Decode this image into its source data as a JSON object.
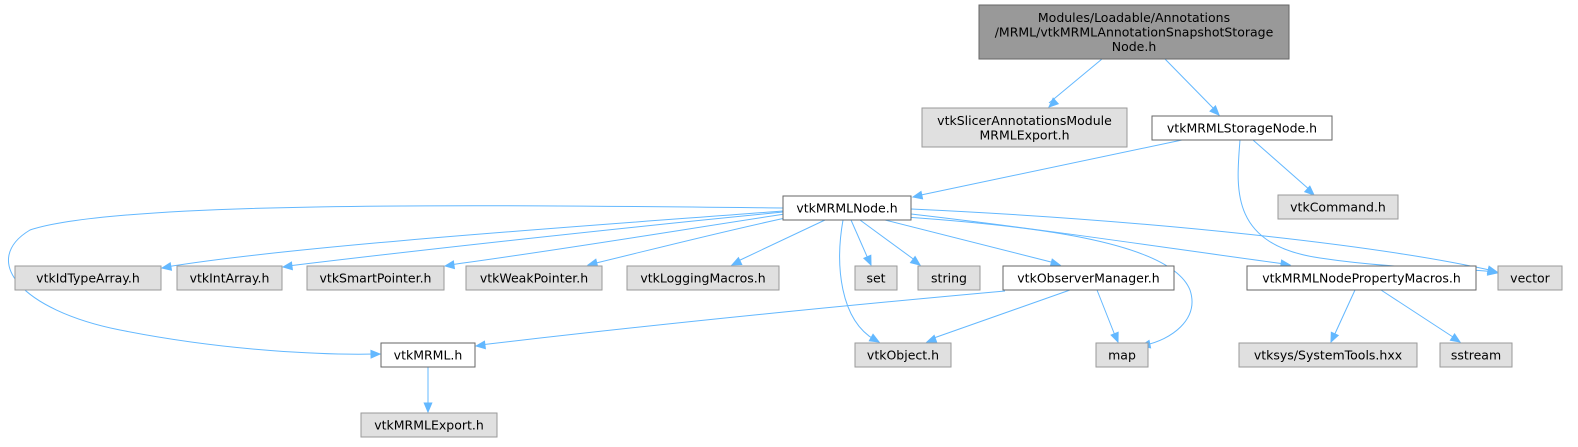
{
  "colors": {
    "root_fill": "#999999",
    "root_stroke": "#666666",
    "documented_fill": "#ffffff",
    "documented_stroke": "#666666",
    "external_fill": "#e0e0e0",
    "external_stroke": "#999999",
    "edge": "#63b8ff"
  },
  "nodes": {
    "root": {
      "lines": [
        "Modules/Loadable/Annotations",
        "/MRML/vtkMRMLAnnotationSnapshotStorage",
        "Node.h"
      ],
      "kind": "root"
    },
    "slicer_export": {
      "lines": [
        "vtkSlicerAnnotationsModule",
        "MRMLExport.h"
      ],
      "kind": "external"
    },
    "storage_node": {
      "lines": [
        "vtkMRMLStorageNode.h"
      ],
      "kind": "documented"
    },
    "mrml_node": {
      "lines": [
        "vtkMRMLNode.h"
      ],
      "kind": "documented"
    },
    "vtk_command": {
      "lines": [
        "vtkCommand.h"
      ],
      "kind": "external"
    },
    "vtk_idtype": {
      "lines": [
        "vtkIdTypeArray.h"
      ],
      "kind": "external"
    },
    "vtk_intarray": {
      "lines": [
        "vtkIntArray.h"
      ],
      "kind": "external"
    },
    "vtk_smartptr": {
      "lines": [
        "vtkSmartPointer.h"
      ],
      "kind": "external"
    },
    "vtk_weakptr": {
      "lines": [
        "vtkWeakPointer.h"
      ],
      "kind": "external"
    },
    "vtk_logging": {
      "lines": [
        "vtkLoggingMacros.h"
      ],
      "kind": "external"
    },
    "set": {
      "lines": [
        "set"
      ],
      "kind": "external"
    },
    "string": {
      "lines": [
        "string"
      ],
      "kind": "external"
    },
    "observer_mgr": {
      "lines": [
        "vtkObserverManager.h"
      ],
      "kind": "documented"
    },
    "property_macros": {
      "lines": [
        "vtkMRMLNodePropertyMacros.h"
      ],
      "kind": "documented"
    },
    "vector": {
      "lines": [
        "vector"
      ],
      "kind": "external"
    },
    "vtk_mrml": {
      "lines": [
        "vtkMRML.h"
      ],
      "kind": "documented"
    },
    "vtk_object": {
      "lines": [
        "vtkObject.h"
      ],
      "kind": "external"
    },
    "map": {
      "lines": [
        "map"
      ],
      "kind": "external"
    },
    "systemtools": {
      "lines": [
        "vtksys/SystemTools.hxx"
      ],
      "kind": "external"
    },
    "sstream": {
      "lines": [
        "sstream"
      ],
      "kind": "external"
    },
    "mrml_export": {
      "lines": [
        "vtkMRMLExport.h"
      ],
      "kind": "external"
    }
  },
  "edges": [
    [
      "root",
      "slicer_export"
    ],
    [
      "root",
      "storage_node"
    ],
    [
      "storage_node",
      "mrml_node"
    ],
    [
      "storage_node",
      "vtk_command"
    ],
    [
      "storage_node",
      "vector"
    ],
    [
      "mrml_node",
      "vtk_idtype"
    ],
    [
      "mrml_node",
      "vtk_intarray"
    ],
    [
      "mrml_node",
      "vtk_smartptr"
    ],
    [
      "mrml_node",
      "vtk_weakptr"
    ],
    [
      "mrml_node",
      "vtk_logging"
    ],
    [
      "mrml_node",
      "set"
    ],
    [
      "mrml_node",
      "string"
    ],
    [
      "mrml_node",
      "observer_mgr"
    ],
    [
      "mrml_node",
      "property_macros"
    ],
    [
      "mrml_node",
      "vector"
    ],
    [
      "mrml_node",
      "vtk_mrml"
    ],
    [
      "mrml_node",
      "vtk_object"
    ],
    [
      "mrml_node",
      "map"
    ],
    [
      "observer_mgr",
      "vtk_mrml"
    ],
    [
      "observer_mgr",
      "vtk_object"
    ],
    [
      "observer_mgr",
      "map"
    ],
    [
      "property_macros",
      "systemtools"
    ],
    [
      "property_macros",
      "sstream"
    ],
    [
      "vtk_mrml",
      "mrml_export"
    ]
  ]
}
